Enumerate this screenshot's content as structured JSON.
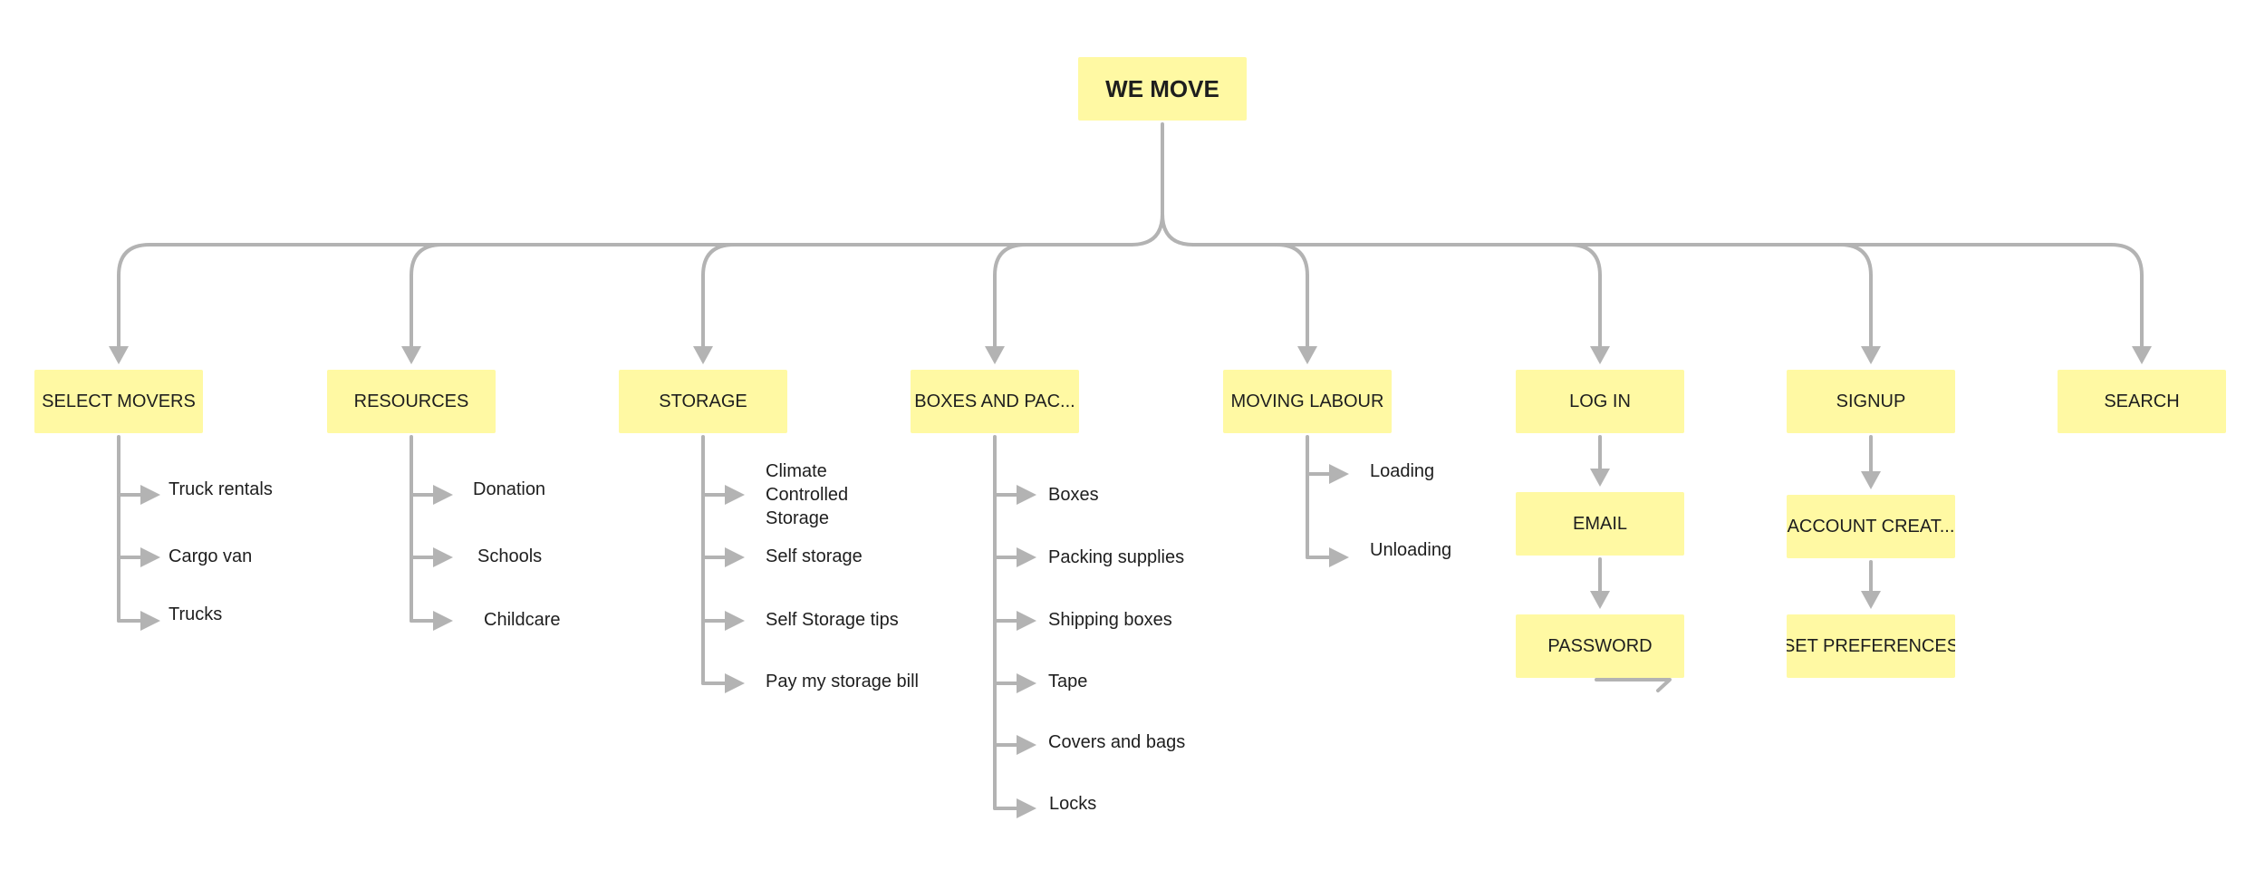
{
  "root": {
    "label": "WE MOVE"
  },
  "columns": [
    {
      "label": "SELECT MOVERS",
      "items": [
        "Truck rentals",
        "Cargo van",
        "Trucks"
      ]
    },
    {
      "label": "RESOURCES",
      "items": [
        "Donation",
        "Schools",
        "Childcare"
      ]
    },
    {
      "label": "STORAGE",
      "items": [
        "Climate Controlled Storage",
        "Self storage",
        "Self Storage tips",
        "Pay my storage bill"
      ]
    },
    {
      "label": "BOXES AND PAC...",
      "items": [
        "Boxes",
        "Packing supplies",
        "Shipping boxes",
        "Tape",
        "Covers and bags",
        "Locks"
      ]
    },
    {
      "label": "MOVING LABOUR",
      "items": [
        "Loading",
        "Unloading"
      ]
    },
    {
      "label": "LOG IN",
      "steps": [
        "EMAIL",
        "PASSWORD"
      ]
    },
    {
      "label": "SIGNUP",
      "steps": [
        "ACCOUNT CREAT...",
        "SET PREFERENCES"
      ]
    },
    {
      "label": "SEARCH"
    }
  ],
  "colors": {
    "node_fill": "#fff9a3",
    "connector": "#b3b3b3",
    "text": "#1e1e1e",
    "background": "#ffffff"
  }
}
